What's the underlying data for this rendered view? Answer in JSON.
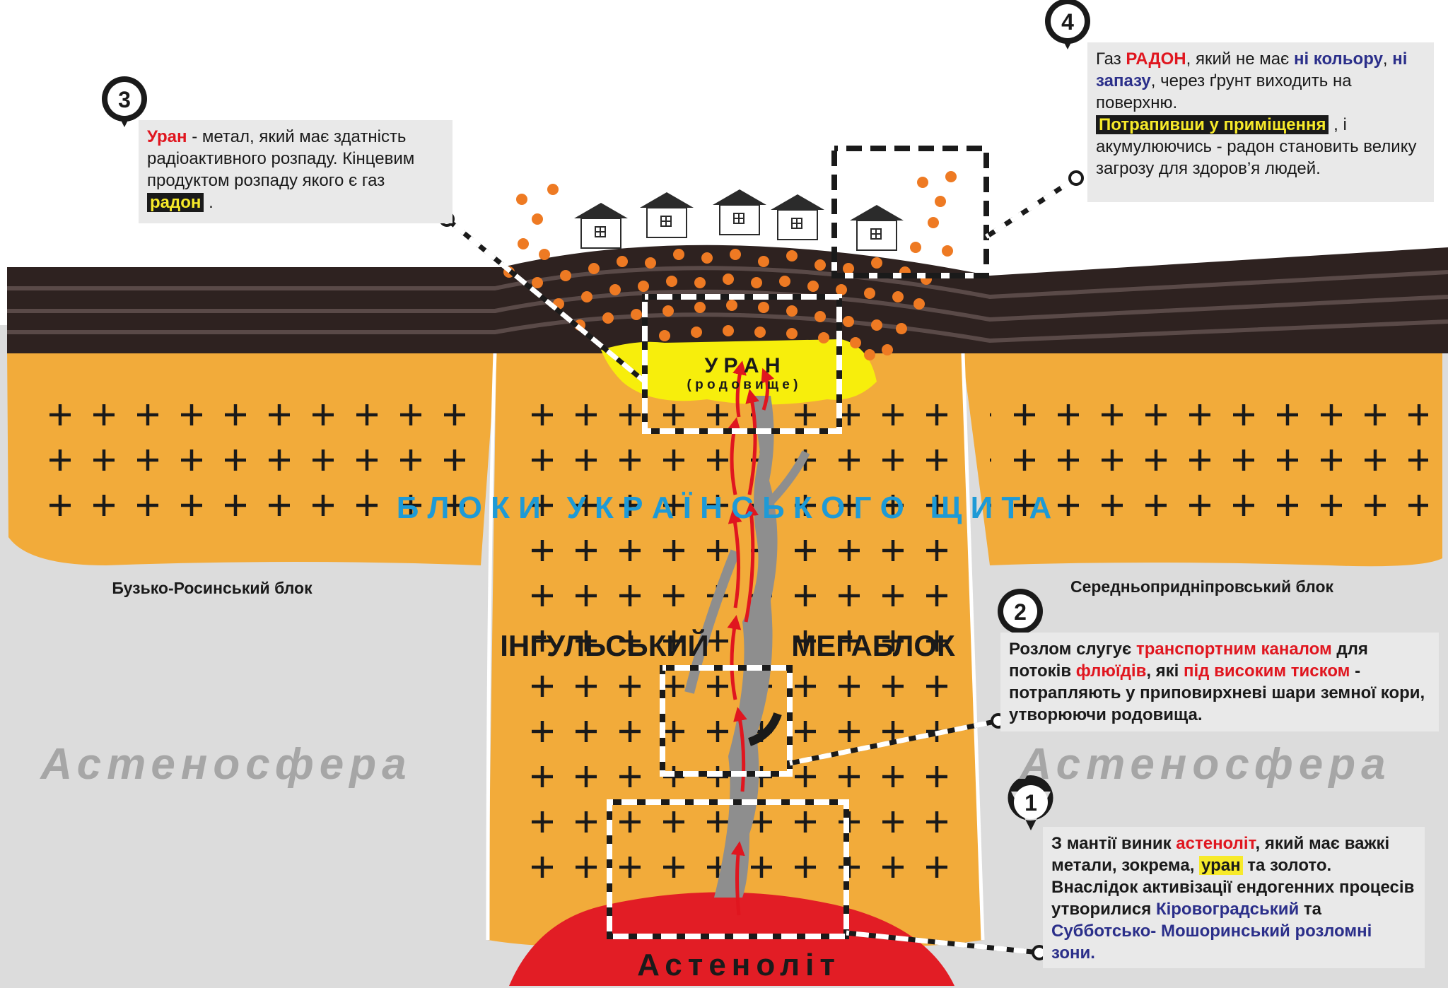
{
  "colors": {
    "shield": "#f2ab3a",
    "asthenosphere": "#dcdcdc",
    "soil": "#2e2220",
    "uranium_deposit": "#f7ee0c",
    "astenolith": "#e21d25",
    "radon": "#ee7a23",
    "fault": "#8e8e8e",
    "flow_arrow": "#e0161f",
    "label_blue": "#1e9ad6"
  },
  "labels": {
    "shield_title": "Б Л О К И   У К Р А Ї Н С Ь К О Г О   Щ И Т А",
    "block_left": "Бузько-Росинський блок",
    "block_right": "Середньопридніпровський блок",
    "megablock_left": "ІНГУЛЬСЬКИЙ",
    "megablock_right": "МЕГАБЛОК",
    "asthenosphere_left": "Астеносфера",
    "asthenosphere_right": "Астеносфера",
    "astenolith": "Астеноліт",
    "deposit_title": "У Р А Н",
    "deposit_subtitle": "( р о д о в и щ е )"
  },
  "markers": [
    "1",
    "2",
    "3",
    "4"
  ],
  "callout_1": {
    "pre": "З мантії виник ",
    "term1": "астеноліт",
    "mid1": ", який має важкі метали, зокрема, ",
    "term2": "уран",
    "mid2": " та золото. Внаслідок активізації ендогенних процесів утворилися ",
    "zone1": "Кіровоградський",
    "mid3": " та  ",
    "zone2": "Субботсько- Мошоринський",
    "end": " розломні зони."
  },
  "callout_2": {
    "pre": "Розлом слугує ",
    "term1": "транспортним каналом",
    "mid1": " для потоків ",
    "term2": "флюїдів",
    "mid2": ", які ",
    "term3": "під високим тиском",
    "end": " - потрапляють у приповирхневі шари земної кори, утворюючи родовища."
  },
  "callout_3": {
    "term1": "Уран",
    "mid1": " - метал, який має здатність радіоактивного розпаду. Кінцевим продуктом розпаду якого є газ ",
    "term2": "радон",
    "end": " ."
  },
  "callout_4": {
    "pre": "Газ ",
    "term1": "РАДОН",
    "mid1": ", який не має ",
    "term2": "ні кольору",
    "mid2": ", ",
    "term3": "ні запазу",
    "mid3": ", через ґрунт  виходить на поверхню.",
    "term4": "Потрапивши у приміщення",
    "end": " , і акумулюючись - радон становить велику загрозу для здоров’я людей."
  }
}
